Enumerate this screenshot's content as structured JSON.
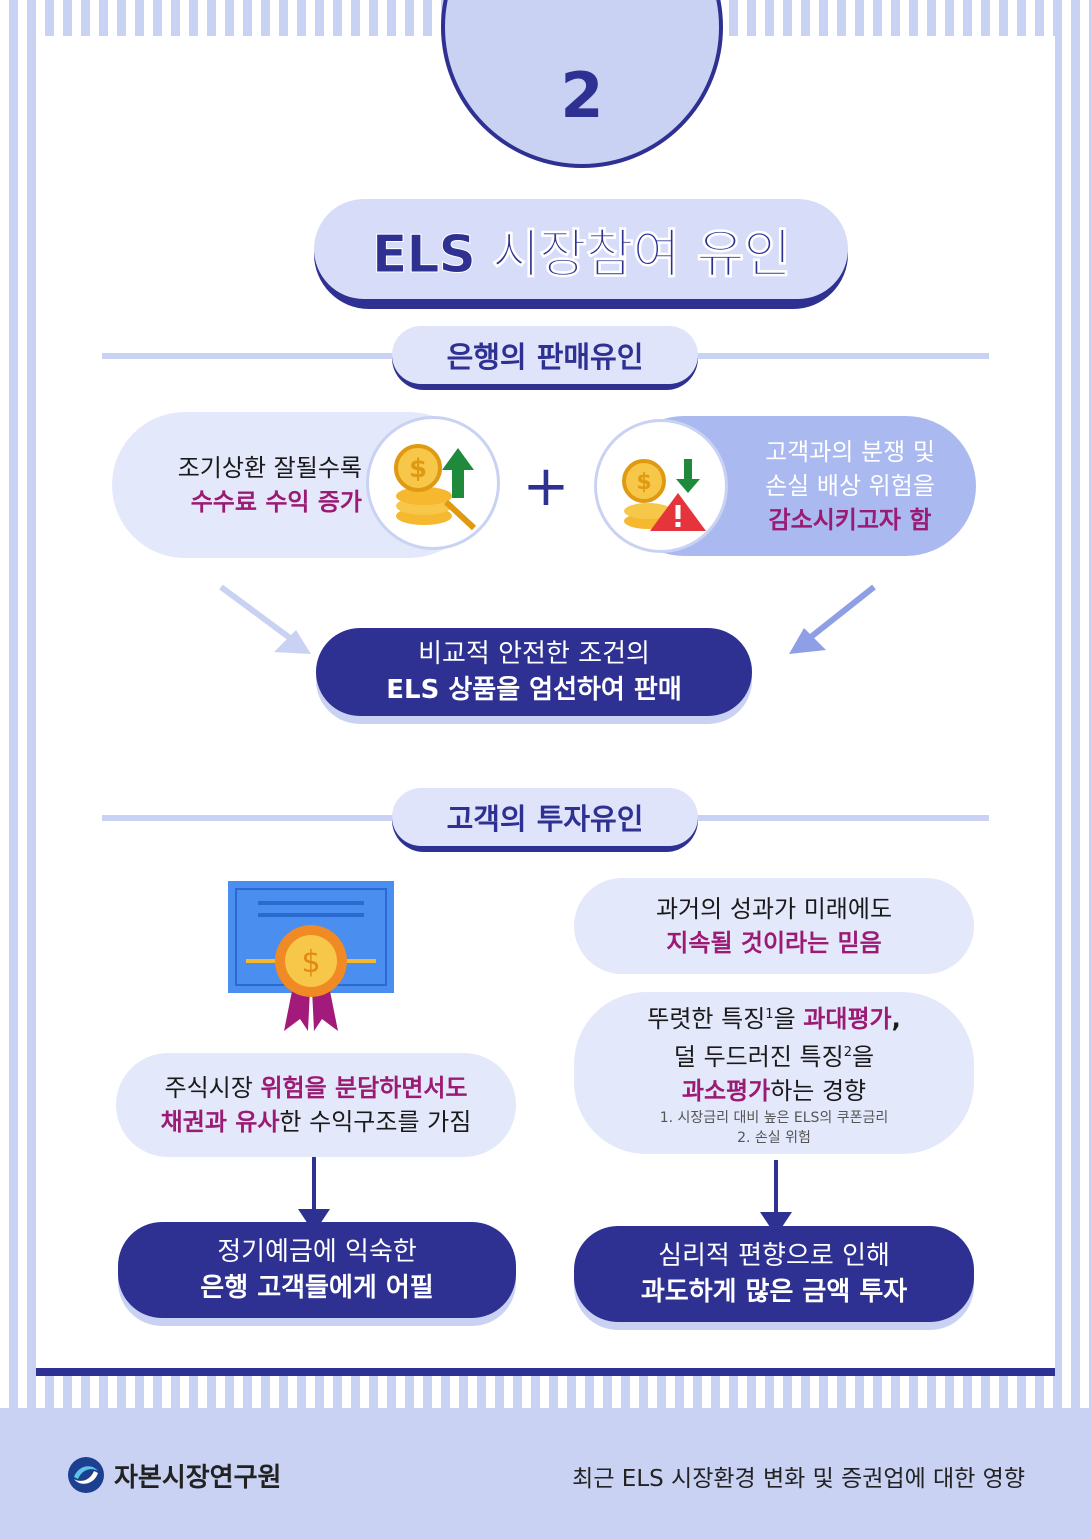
{
  "header": {
    "number": "2",
    "title": "ELS 시장참여 유인"
  },
  "bank_section": {
    "heading": "은행의 판매유인",
    "left": {
      "line1": "조기상환 잘될수록",
      "line2": "수수료 수익 증가"
    },
    "operator": "+",
    "right": {
      "line1": "고객과의 분쟁 및",
      "line2": "손실 배상 위험을",
      "line3": "감소시키고자 함"
    },
    "result": {
      "line1": "비교적 안전한 조건의",
      "line2": "ELS 상품을 엄선하여 판매"
    }
  },
  "customer_section": {
    "heading": "고객의 투자유인",
    "left": {
      "p1": "주식시장 ",
      "h1": "위험을 분담하면서도",
      "h2": "채권과 유사",
      "p2": "한 수익구조를 가짐",
      "result": {
        "line1": "정기예금에 익숙한",
        "line2": "은행 고객들에게 어필"
      }
    },
    "right": {
      "belief": {
        "line1": "과거의 성과가 미래에도",
        "line2": "지속될 것이라는 믿음"
      },
      "bias": {
        "a1": "뚜렷한 특징",
        "sup1": "1",
        "a2": "을 ",
        "a3": "과대평가",
        "a4": ",",
        "b1": "덜 두드러진 특징",
        "sup2": "2",
        "b2": "을",
        "c1": "과소평가",
        "c2": "하는 경향",
        "note1": "1. 시장금리 대비 높은 ELS의 쿠폰금리",
        "note2": "2. 손실 위험"
      },
      "result": {
        "line1": "심리적 편향으로 인해",
        "line2": "과도하게 많은 금액 투자"
      }
    }
  },
  "footer": {
    "org": "자본시장연구원",
    "report": "최근 ELS 시장환경 변화 및 증권업에 대한 영향"
  },
  "icons": [
    "coin-growth-icon",
    "coin-warning-icon",
    "certificate-icon",
    "logo-icon"
  ],
  "colors": {
    "navy": "#2e3192",
    "lavender": "#c9d2f3",
    "magenta": "#9b1b74"
  }
}
